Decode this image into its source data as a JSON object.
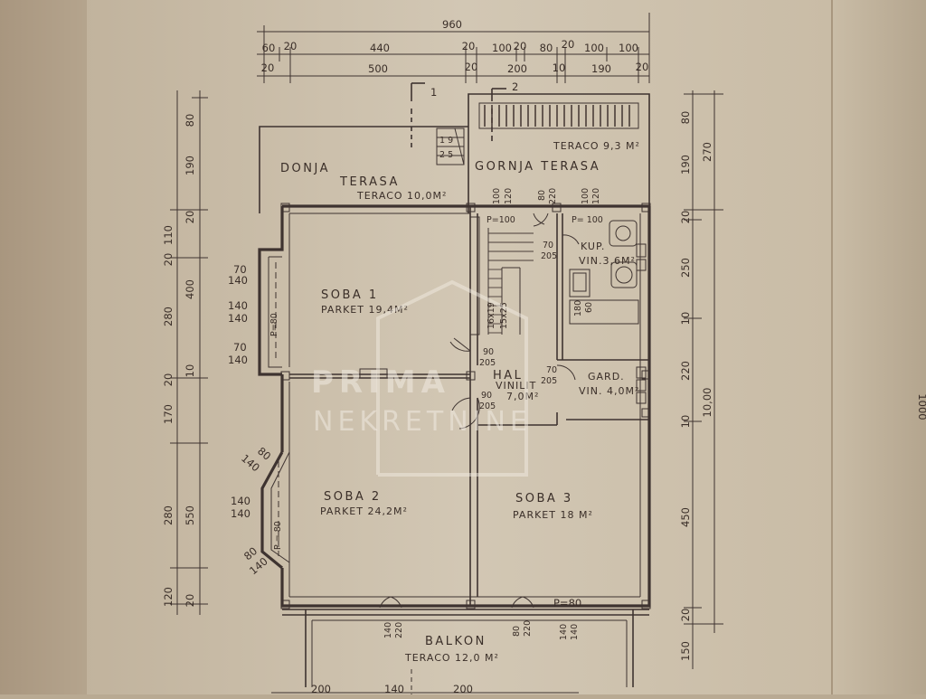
{
  "rooms": {
    "donja_terasa": {
      "name": "DONJA",
      "name2": "TERASA",
      "floor": "TERACO 10,0M²"
    },
    "gornja_terasa": {
      "name": "GORNJA TERASA",
      "floor": "TERACO 9,3 M²"
    },
    "soba1": {
      "name": "SOBA 1",
      "floor": "PARKET 19,4M²"
    },
    "soba2": {
      "name": "SOBA 2",
      "floor": "PARKET 24,2M²"
    },
    "soba3": {
      "name": "SOBA 3",
      "floor": "PARKET 18 M²"
    },
    "hal": {
      "name": "HAL",
      "floor": "VINILIT",
      "area": "7,0M²"
    },
    "kup": {
      "name": "KUP.",
      "floor": "VIN.3,6M²"
    },
    "gard": {
      "name": "GARD.",
      "floor": "VIN. 4,0M²"
    },
    "balkon": {
      "name": "BALKON",
      "floor": "TERACO 12,0 M²"
    }
  },
  "top_dims": {
    "overall": "960",
    "row1": [
      "60",
      "20",
      "440",
      "20",
      "100",
      "20",
      "80",
      "20",
      "100",
      "100"
    ],
    "row2": [
      "20",
      "500",
      "20",
      "200",
      "10",
      "190",
      "20"
    ]
  },
  "left_dims": {
    "outer": [
      "80",
      "190",
      "110",
      "20",
      "280",
      "20",
      "170",
      "280",
      "120"
    ],
    "inner": [
      "20",
      "400",
      "10",
      "550",
      "20"
    ]
  },
  "right_dims": {
    "inner": [
      "80",
      "190",
      "20",
      "250",
      "10",
      "220",
      "10",
      "450",
      "20",
      "150"
    ],
    "outer": [
      "270",
      "10,00"
    ],
    "edge": "1000"
  },
  "bottom_dims": [
    "200",
    "140",
    "200"
  ],
  "sections": [
    "1",
    "2"
  ],
  "window_dims": {
    "w1": [
      "70",
      "140"
    ],
    "w2": [
      "140",
      "140"
    ],
    "w3": [
      "70",
      "140"
    ],
    "w4": [
      "80",
      "140"
    ],
    "w5": [
      "140",
      "140"
    ],
    "w6": [
      "80",
      "140"
    ],
    "p80_left": "P=80",
    "p80_left2": "P = 80",
    "p100_a": "P=100",
    "p100_b": "P= 100",
    "p80_bottom": "P=80"
  },
  "door_dims": {
    "d1": [
      "100",
      "120"
    ],
    "d2": [
      "80",
      "220"
    ],
    "d3": [
      "100",
      "120"
    ],
    "d4": [
      "70",
      "205"
    ],
    "d5": [
      "90",
      "205"
    ],
    "d6": [
      "70",
      "205"
    ],
    "d7": [
      "90",
      "205"
    ],
    "d8": [
      "140",
      "220"
    ],
    "d9": [
      "80",
      "220"
    ],
    "d10": [
      "140",
      "140"
    ]
  },
  "stairs": {
    "a": "16x19",
    "b": "15x25",
    "c": "1 9",
    "d": "2 5"
  },
  "bath": {
    "a": "180",
    "b": "60"
  },
  "watermark": {
    "line1": "PRIMA",
    "line2": "NEKRETNINE"
  }
}
